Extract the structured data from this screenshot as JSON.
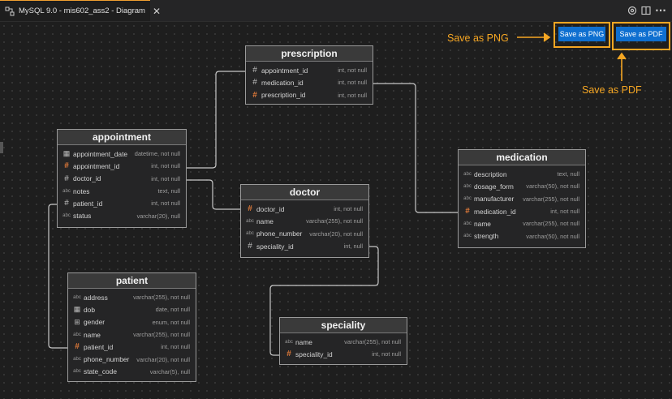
{
  "tab": {
    "title": "MySQL 9.0 - mis602_ass2 - Diagram",
    "close": "✕"
  },
  "toolbar": {
    "save_png": "Save as PNG",
    "save_pdf": "Save as PDF"
  },
  "annotations": {
    "png": "Save as PNG",
    "pdf": "Save as PDF"
  },
  "colors": {
    "accent": "#f5a623",
    "button": "#0e6fd0",
    "key": "#e07a3a"
  },
  "tables": {
    "prescription": {
      "title": "prescription",
      "columns": [
        {
          "name": "appointment_id",
          "type": "int, not null",
          "icon": "hash"
        },
        {
          "name": "medication_id",
          "type": "int, not null",
          "icon": "hash"
        },
        {
          "name": "prescription_id",
          "type": "int, not null",
          "icon": "key"
        }
      ]
    },
    "appointment": {
      "title": "appointment",
      "columns": [
        {
          "name": "appointment_date",
          "type": "datetime, not null",
          "icon": "calendar"
        },
        {
          "name": "appointment_id",
          "type": "int, not null",
          "icon": "key"
        },
        {
          "name": "doctor_id",
          "type": "int, not null",
          "icon": "hash"
        },
        {
          "name": "notes",
          "type": "text, null",
          "icon": "abc"
        },
        {
          "name": "patient_id",
          "type": "int, not null",
          "icon": "hash"
        },
        {
          "name": "status",
          "type": "varchar(20), null",
          "icon": "abc"
        }
      ]
    },
    "doctor": {
      "title": "doctor",
      "columns": [
        {
          "name": "doctor_id",
          "type": "int, not null",
          "icon": "key"
        },
        {
          "name": "name",
          "type": "varchar(255), not null",
          "icon": "abc"
        },
        {
          "name": "phone_number",
          "type": "varchar(20), not null",
          "icon": "abc"
        },
        {
          "name": "speciality_id",
          "type": "int, null",
          "icon": "hash"
        }
      ]
    },
    "medication": {
      "title": "medication",
      "columns": [
        {
          "name": "description",
          "type": "text, null",
          "icon": "abc"
        },
        {
          "name": "dosage_form",
          "type": "varchar(50), not null",
          "icon": "abc"
        },
        {
          "name": "manufacturer",
          "type": "varchar(255), not null",
          "icon": "abc"
        },
        {
          "name": "medication_id",
          "type": "int, not null",
          "icon": "key"
        },
        {
          "name": "name",
          "type": "varchar(255), not null",
          "icon": "abc"
        },
        {
          "name": "strength",
          "type": "varchar(50), not null",
          "icon": "abc"
        }
      ]
    },
    "patient": {
      "title": "patient",
      "columns": [
        {
          "name": "address",
          "type": "varchar(255), not null",
          "icon": "abc"
        },
        {
          "name": "dob",
          "type": "date, not null",
          "icon": "calendar"
        },
        {
          "name": "gender",
          "type": "enum, not null",
          "icon": "enum"
        },
        {
          "name": "name",
          "type": "varchar(255), not null",
          "icon": "abc"
        },
        {
          "name": "patient_id",
          "type": "int, not null",
          "icon": "key"
        },
        {
          "name": "phone_number",
          "type": "varchar(20), not null",
          "icon": "abc"
        },
        {
          "name": "state_code",
          "type": "varchar(5), null",
          "icon": "abc"
        }
      ]
    },
    "speciality": {
      "title": "speciality",
      "columns": [
        {
          "name": "name",
          "type": "varchar(255), not null",
          "icon": "abc"
        },
        {
          "name": "speciality_id",
          "type": "int, not null",
          "icon": "key"
        }
      ]
    }
  }
}
